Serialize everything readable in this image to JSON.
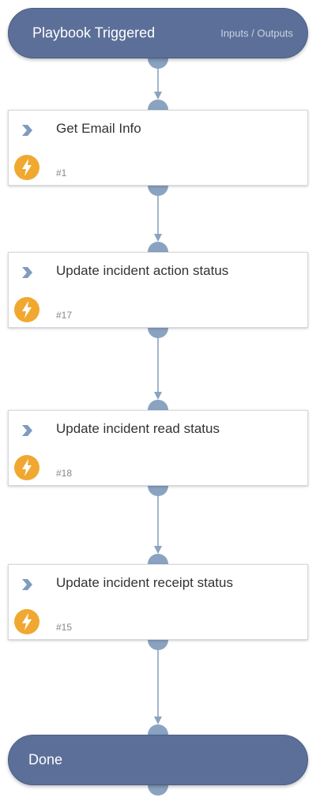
{
  "trigger": {
    "title": "Playbook Triggered",
    "io_label": "Inputs / Outputs"
  },
  "tasks": [
    {
      "title": "Get Email Info",
      "id": "#1"
    },
    {
      "title": "Update incident action status",
      "id": "#17"
    },
    {
      "title": "Update incident read status",
      "id": "#18"
    },
    {
      "title": "Update incident receipt status",
      "id": "#15"
    }
  ],
  "done": {
    "title": "Done"
  },
  "colors": {
    "pill": "#5b6f98",
    "connector": "#8aa3c0",
    "bolt": "#f0a830",
    "chevron": "#7f9bbf"
  },
  "icons": {
    "task_type": "chevron-right-icon",
    "automation": "lightning-bolt-icon"
  }
}
